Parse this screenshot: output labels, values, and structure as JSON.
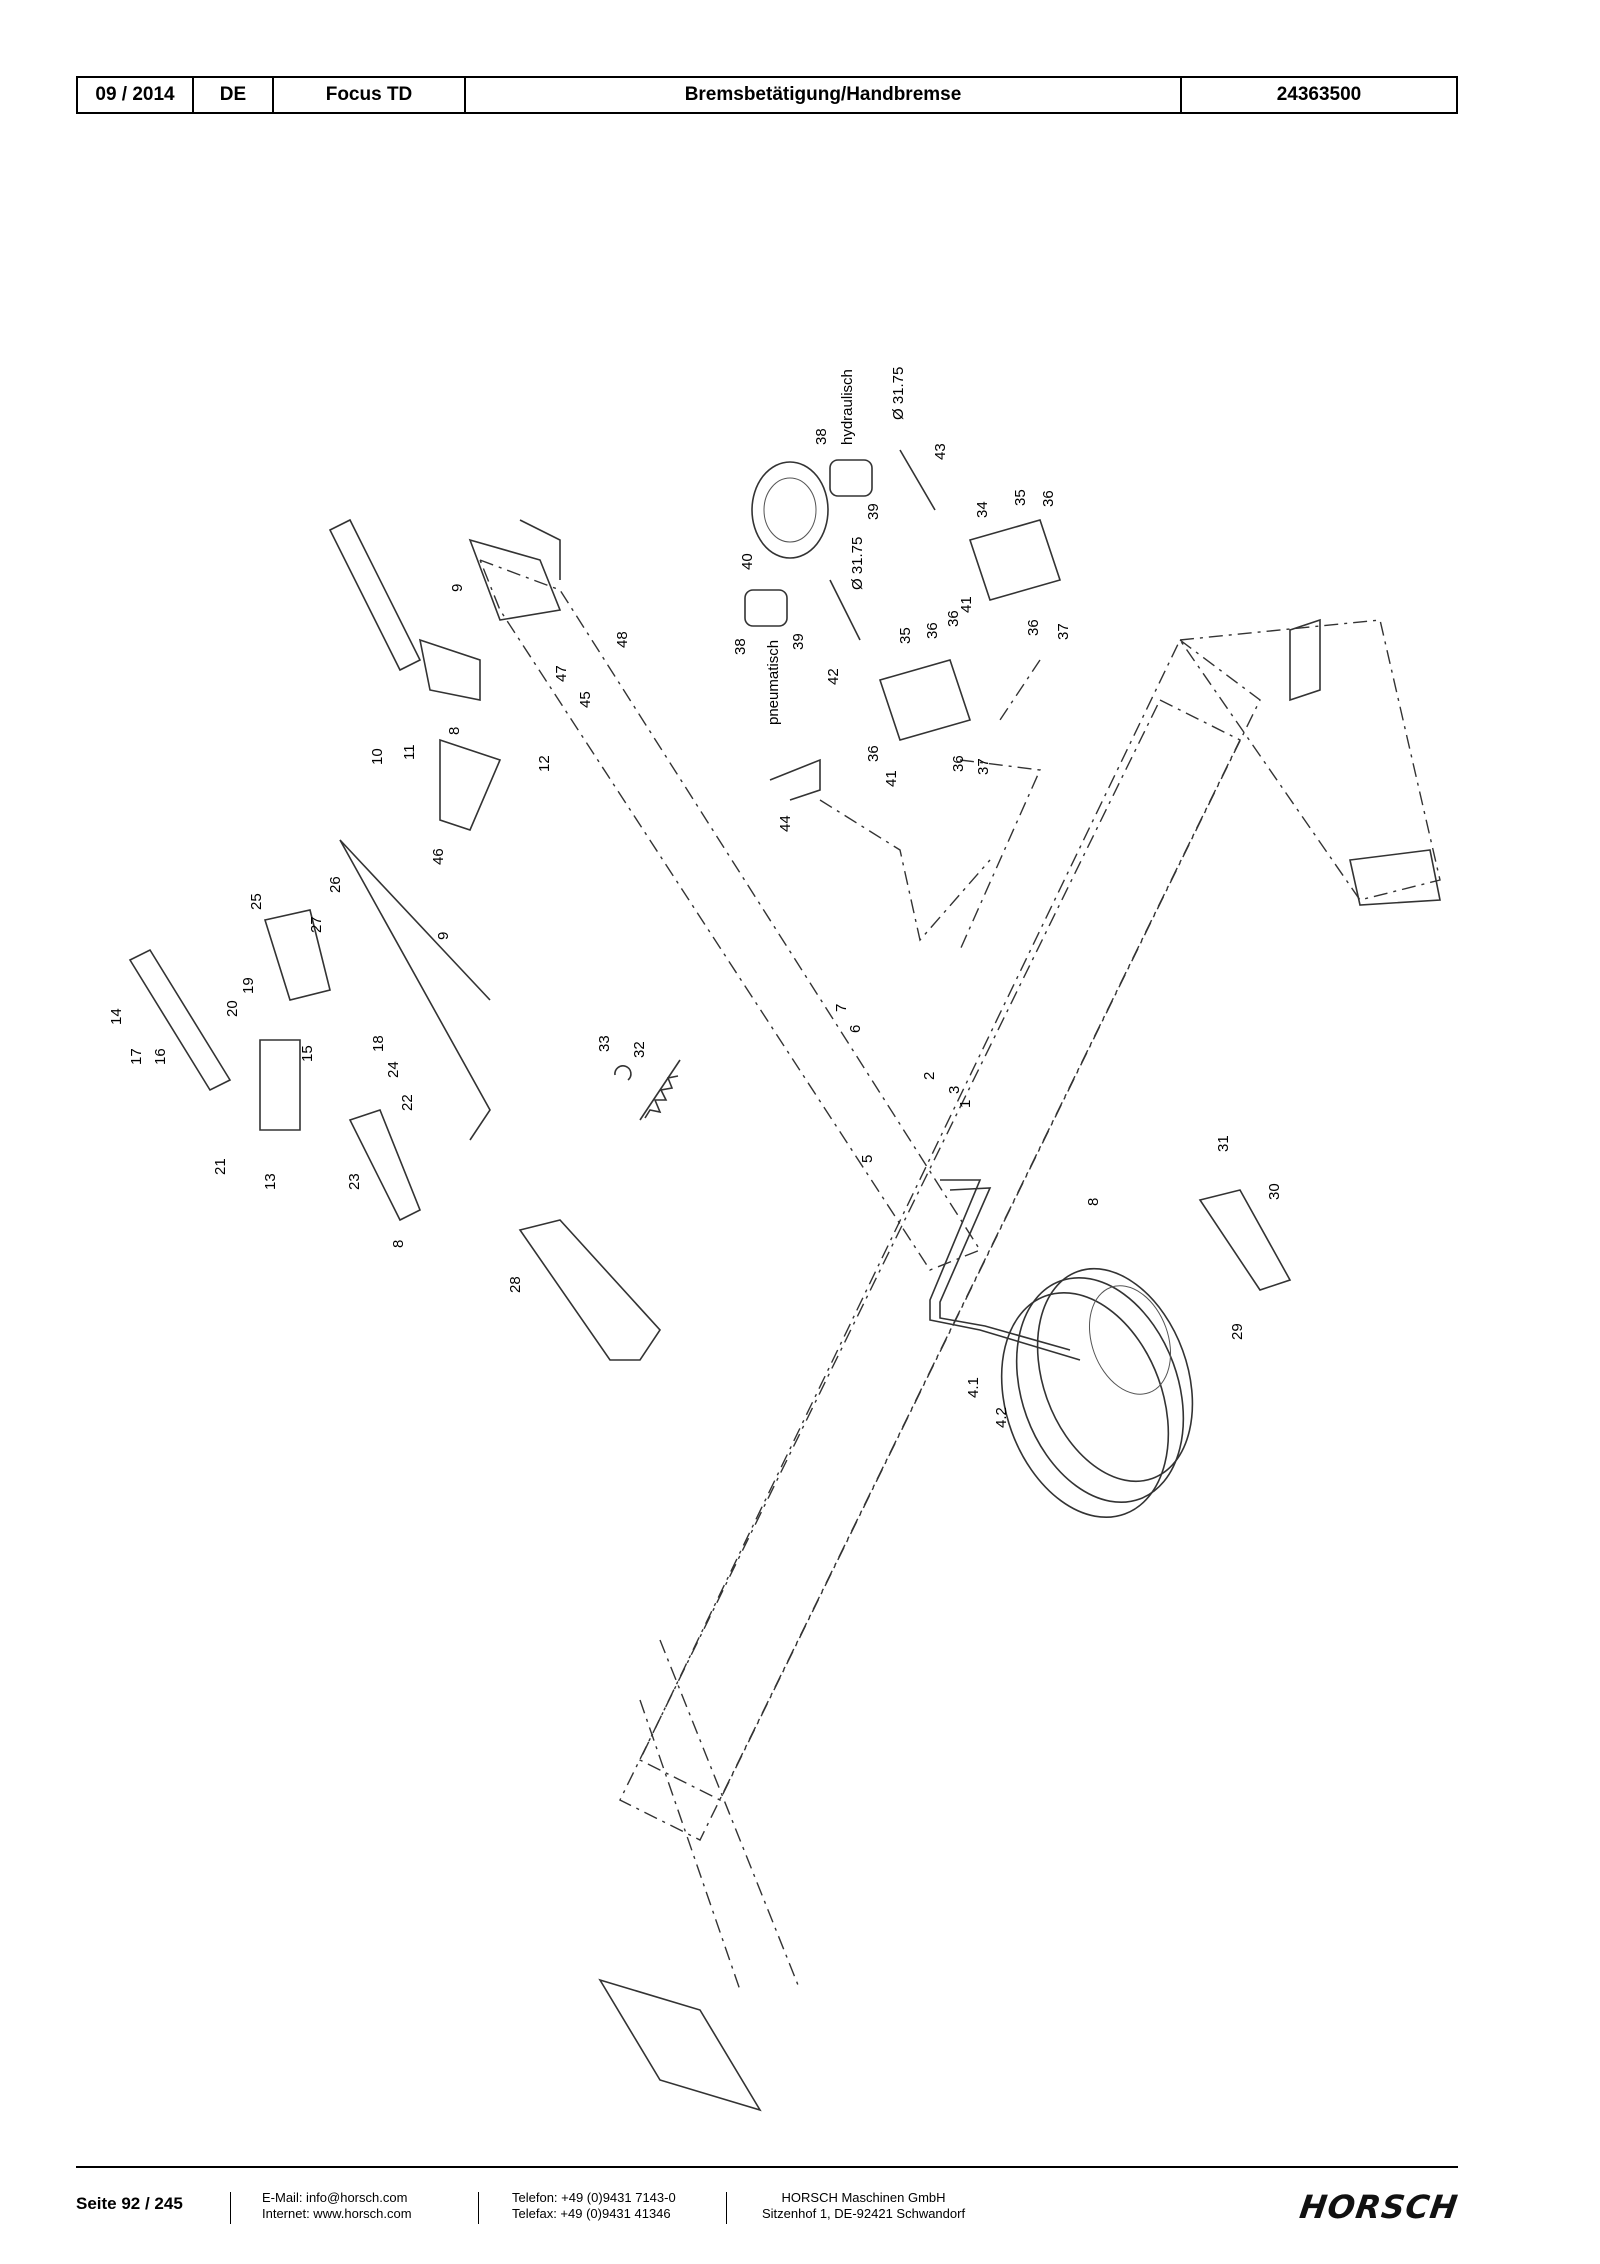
{
  "header": {
    "date": "09 / 2014",
    "lang": "DE",
    "model": "Focus TD",
    "title": "Bremsbetätigung/Handbremse",
    "doc_no": "24363500"
  },
  "diagram": {
    "text_hydraulisch": "hydraulisch",
    "text_pneumatisch": "pneumatisch",
    "text_dia_top": "Ø 31.75",
    "text_dia_mid": "Ø 31.75",
    "labels": {
      "l1": "1",
      "l2": "2",
      "l3": "3",
      "l4_1": "4.1",
      "l4_2": "4.2",
      "l5": "5",
      "l6": "6",
      "l7": "7",
      "l8a": "8",
      "l8b": "8",
      "l8c": "8",
      "l9a": "9",
      "l9b": "9",
      "l10": "10",
      "l11": "11",
      "l12": "12",
      "l13": "13",
      "l14": "14",
      "l15": "15",
      "l16": "16",
      "l17": "17",
      "l18": "18",
      "l19": "19",
      "l20": "20",
      "l21": "21",
      "l22": "22",
      "l23": "23",
      "l24": "24",
      "l25": "25",
      "l26": "26",
      "l27": "27",
      "l28": "28",
      "l29": "29",
      "l30": "30",
      "l31": "31",
      "l32": "32",
      "l33": "33",
      "l34": "34",
      "l35a": "35",
      "l35b": "35",
      "l36a": "36",
      "l36b": "36",
      "l36c": "36",
      "l36d": "36",
      "l36e": "36",
      "l37a": "37",
      "l37b": "37",
      "l38a": "38",
      "l38b": "38",
      "l39a": "39",
      "l39b": "39",
      "l40": "40",
      "l41a": "41",
      "l41b": "41",
      "l42": "42",
      "l43": "43",
      "l44": "44",
      "l45": "45",
      "l46": "46",
      "l47": "47",
      "l48": "48"
    }
  },
  "footer": {
    "page": "Seite 92 / 245",
    "email": "E-Mail: info@horsch.com",
    "internet": "Internet: www.horsch.com",
    "phone": "Telefon: +49 (0)9431 7143-0",
    "fax": "Telefax: +49 (0)9431 41346",
    "company": "HORSCH Maschinen GmbH",
    "address": "Sitzenhof 1, DE-92421 Schwandorf",
    "logo": "HORSCH"
  }
}
